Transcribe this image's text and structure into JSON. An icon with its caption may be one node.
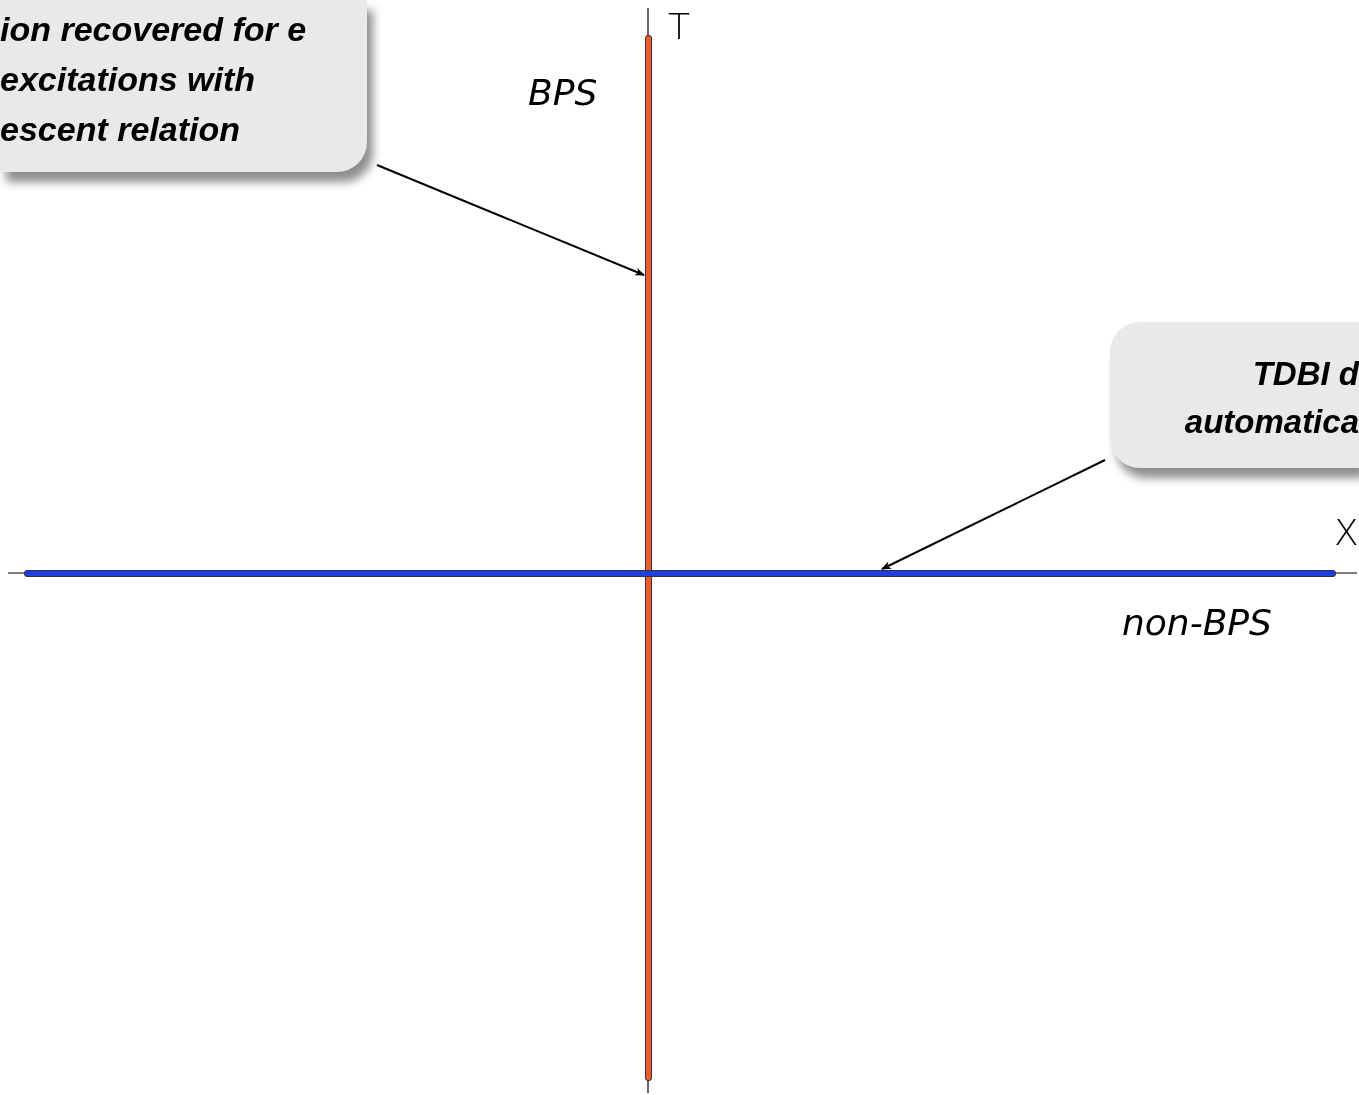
{
  "diagram": {
    "nodes": [
      {
        "text": [
          "ion recovered for e excitations with escent relation"
        ]
      },
      {
        "text": [
          "TDBI d automatica"
        ]
      },
      {
        "text": [],
        "shape": "bar",
        "beside": [
          "BPS"
        ]
      },
      {
        "text": [],
        "shape": "bar",
        "beside": [
          "non-BPS"
        ]
      }
    ],
    "edges": [
      {
        "from": 0,
        "to": 2,
        "arrow": "to"
      },
      {
        "from": 1,
        "to": 3,
        "arrow": "to"
      }
    ],
    "labels": [
      "T",
      "X"
    ]
  }
}
